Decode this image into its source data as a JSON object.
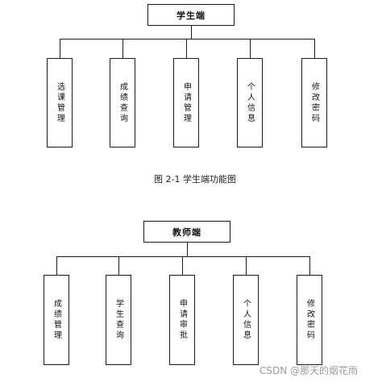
{
  "diagrams": [
    {
      "root": "学生端",
      "children": [
        "选课管理",
        "成绩查询",
        "申请管理",
        "个人信息",
        "修改密码"
      ],
      "caption": "图 2-1 学生端功能图"
    },
    {
      "root": "教师端",
      "children": [
        "成绩管理",
        "学生查询",
        "申请审批",
        "个人信息",
        "修改密码"
      ]
    }
  ],
  "watermark": "CSDN @那天的烟花雨"
}
